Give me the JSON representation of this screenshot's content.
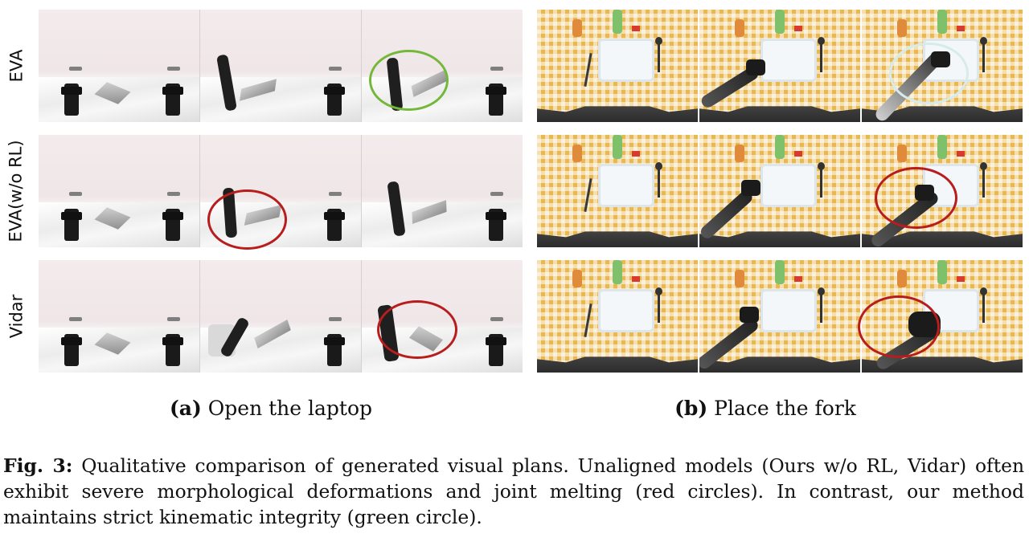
{
  "row_labels": [
    "EVA",
    "EVA(w/o RL)",
    "Vidar"
  ],
  "subfigure_a": {
    "tag": "(a)",
    "title": "Open the laptop"
  },
  "subfigure_b": {
    "tag": "(b)",
    "title": "Place the fork"
  },
  "caption": {
    "label": "Fig. 3:",
    "text": "Qualitative comparison of generated visual plans. Unaligned models (Ours w/o RL, Vidar) often exhibit severe morphological deformations and joint melting (red circles). In contrast, our method maintains strict kinematic integrity (green circle)."
  },
  "colors": {
    "circle_good": "#74b83a",
    "circle_good_light": "#d6ecec",
    "circle_bad": "#b81d1d"
  }
}
